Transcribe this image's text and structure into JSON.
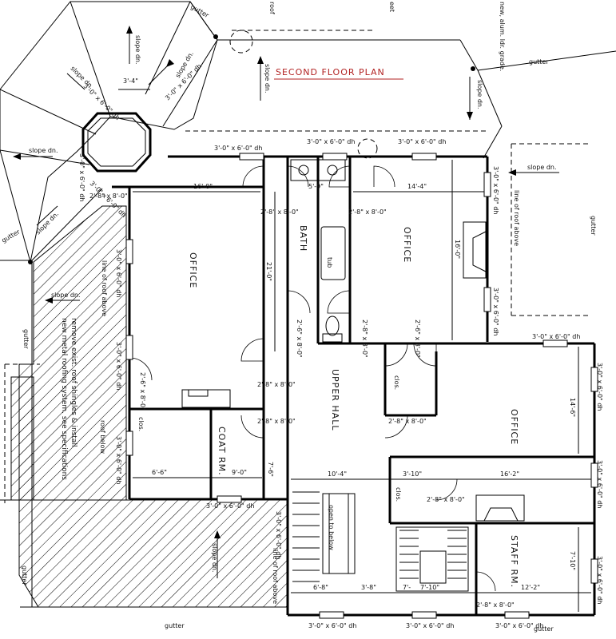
{
  "plan": {
    "title": "SECOND FLOOR PLAN",
    "title_color": "#b22222",
    "rooms": {
      "office_left": "OFFICE",
      "bath": "BATH",
      "office_center": "OFFICE",
      "upper_hall": "UPPER HALL",
      "office_right": "OFFICE",
      "coat_rm": "COAT RM.",
      "staff_rm": "STAFF RM."
    },
    "notes": {
      "reroof_1": "remove exist. roof shingles & install",
      "reroof_2": "new metal roofing system.  see specifications",
      "line_roof_left": "line of roof above",
      "line_roof_right": "line of roof above",
      "line_roof_bottom": "line of roof above",
      "roof_below": "roof below",
      "open_below": "open to below",
      "tub": "tub",
      "clos_left": "clos.",
      "clos_mid": "clos.",
      "clos_right": "clos.",
      "gutter_top": "gutter",
      "gutter_top_right": "gutter",
      "gutter_right": "gutter",
      "gutter_left_1": "gutter",
      "gutter_left_2": "gutter",
      "gutter_bottom_left": "gutter",
      "gutter_bottom_right": "gutter",
      "gutter_far_left": "gutter",
      "downspout": "new, alum. ldr. grade.",
      "roof_top_cut": "roof",
      "eet_cut": "eet"
    },
    "slopes": {
      "s1": "slope dn.",
      "s2": "slope dn.",
      "s3": "slope dn.",
      "s4": "slope dn.",
      "s5": "slope dn.",
      "s6": "slope dn.",
      "s7": "slope dn.",
      "s8": "slope dn.",
      "s9": "slope dn.",
      "s10": "slope dn."
    },
    "dims": {
      "d_3_4": "3'-4\"",
      "d_16_0": "16'-0\"",
      "d_5_9": "5'-9\"",
      "d_14_4": "14'-4\"",
      "d_16_0v": "16'-0\"",
      "d_21_0": "21'-0\"",
      "d_14_6": "14'-6\"",
      "d_16_2": "16'-2\"",
      "d_10_4": "10'-4\"",
      "d_6_6": "6'-6\"",
      "d_9_0": "9'-0\"",
      "d_7_6": "7'-6\"",
      "d_3_10": "3'-10\"",
      "d_7_10v": "7'-10\"",
      "d_12_2": "12'-2\"",
      "d_7_10": "7'-10\"",
      "d_6_8": "6'-8\"",
      "d_3_8": "3'-8\"",
      "d_7p": "7'-"
    },
    "windows": {
      "w1": "3'-0\" x 6'-0\" dh",
      "w2": "3'-0\" x 6'-0\" dh",
      "w3": "3'-0\" x 6'-0\" dh",
      "w4": "3'-0\" x 6'-0\" dh",
      "w5": "3'-0\" x 6'-0\" dh",
      "w6": "3'-0\" x 6'-0\" dh",
      "w7": "3'-0\" x 6'-0\" dh",
      "w8": "3'-0\" x 6'-0\" dh",
      "w9": "3'-0\" x 6'-0\" dh",
      "w10": "3'-0\" x 6'-0\" dh",
      "w11": "3'-0\" x 6'-0\" dh",
      "w12": "3'-0\" x 6'-0\" dh",
      "w13": "3'-0\" x 6'-0\" dh",
      "w14": "3'-0\" x 6'-0\" dh",
      "w15": "3'-0\" x 6'-0\" dh",
      "w16": "3'-0\" x 6'-0\" dh",
      "w17": "3'-0\" x 6'-0\" dh",
      "w18": "3'-0\" x 6'-0\" dh",
      "w19": "3'-0\" x 6'-0\" dh",
      "w20": "3'-0\" x 6'-0\" dh",
      "w21": "3'-0\" x 6'-0\" dh"
    },
    "doors": {
      "dr1": "2'-8\" x 8'-0\"",
      "dr2": "2'-8\" x 8'-0\"",
      "dr3": "2'-6\" x 8'-0\"",
      "dr4": "2'-8\" x 8'-0\"",
      "dr5": "2'-6\" x 8'-0\"",
      "dr6": "2'-6\" x 8'-0\"",
      "dr7": "2'-8\" x 8'-0\"",
      "dr8": "2'-8\" x 8'-0\"",
      "dr9": "2'-8\" x 8'-0\"",
      "dr10": "2'-8\" x 8'-0\"",
      "dr11": "2'-8\" x 8'-0\"",
      "dr12": "2'-8\" x 8'-0\""
    }
  }
}
